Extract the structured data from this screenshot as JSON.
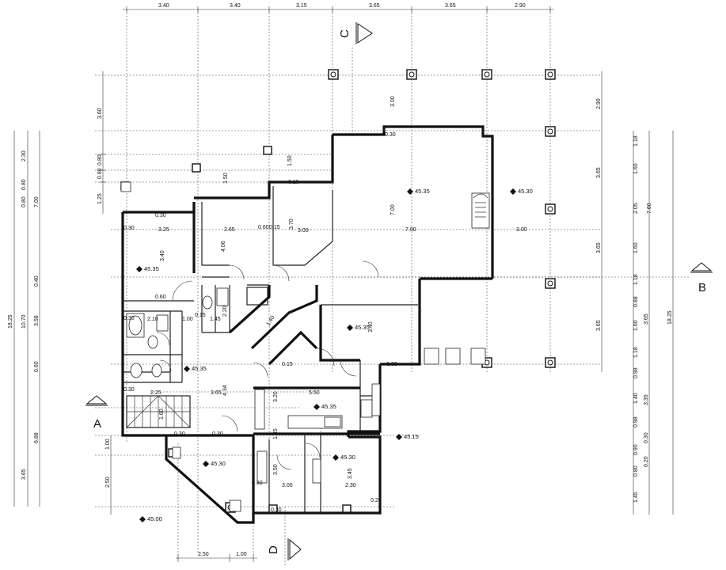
{
  "drawing": {
    "top_dims": [
      "3.40",
      "3.40",
      "3.15",
      "3.65",
      "3.65",
      "2.90"
    ],
    "bottom_dims": [
      "2.50",
      "1.00"
    ],
    "left_inner_dims": [
      "1.25",
      "0.80",
      "0.80",
      "3.60"
    ],
    "left_outer_dims": [
      "18.25",
      "10.70",
      "3.58",
      "0.40",
      "0.60",
      "6.88",
      "3.65",
      "7.00",
      "0.80",
      "2.30",
      "0.80"
    ],
    "left_bottom_dims": [
      "1.00",
      "2.50"
    ],
    "right_dims_a": [
      "1.18",
      "1.60",
      "2.05",
      "1.60",
      "1.18",
      "0.88",
      "1.60",
      "1.18",
      "0.98",
      "1.40",
      "0.98",
      "0.90",
      "0.80",
      "1.45"
    ],
    "right_dims_b": [
      "2.90",
      "3.65",
      "3.65",
      "3.65",
      "3.35",
      "0.30",
      "0.20",
      "3.65"
    ],
    "right_totals": [
      "7.60",
      "18.25"
    ],
    "room_dims": [
      "0.30",
      "3.25",
      "3.40",
      "0.30",
      "2.65",
      "4.06",
      "1.50",
      "0.60",
      "0.15",
      "3.00",
      "3.70",
      "1.50",
      "7.00",
      "7.00",
      "3.00",
      "3.00",
      "0.30",
      "0.60",
      "2.10",
      "1.00",
      "0.15",
      "1.45",
      "2.20",
      "1.40",
      "0.30",
      "2.25",
      "3.65",
      "4.34",
      "1.60",
      "3.40",
      "5.50",
      "3.20",
      "1.45",
      "3.50",
      "3.00",
      "2.30",
      "3.45",
      "0.20",
      "0.30",
      "0.30",
      "0.30",
      "0.15",
      "0.15",
      "0.30",
      "0.30",
      "0.30"
    ],
    "levels": [
      "45.35",
      "45.30",
      "45.35",
      "45.35",
      "45.35",
      "45.35",
      "45.15",
      "45.30",
      "45.30",
      "45.00"
    ],
    "section_marks": [
      "A",
      "B",
      "C",
      "D"
    ]
  }
}
